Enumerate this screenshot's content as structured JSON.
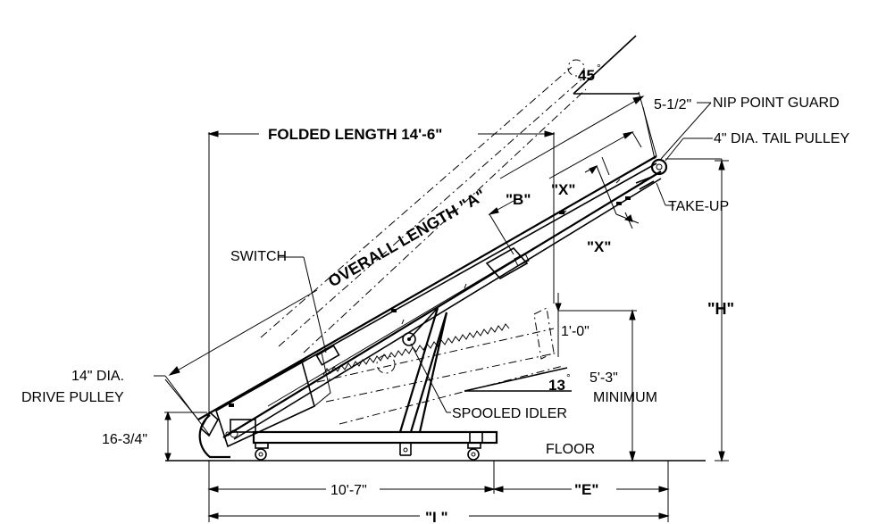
{
  "labels": {
    "angle_upper": "45",
    "angle_upper_deg": "°",
    "angle_lower": "13",
    "angle_lower_deg": "°",
    "folded_length": "FOLDED LENGTH 14'-6\"",
    "overall_length": "OVERALL LENGTH \"A\"",
    "b_dim": "\"B\"",
    "x_dim_top": "\"X\"",
    "x_dim_bottom": "\"X\"",
    "nip_offset": "5-1/2\"",
    "nip_point_guard": "NIP POINT GUARD",
    "tail_pulley": "4\" DIA. TAIL PULLEY",
    "take_up": "TAKE-UP",
    "switch": "SWITCH",
    "h_dim": "\"H\"",
    "one_foot": "1'-0\"",
    "five_three": "5'-3\"",
    "minimum": "MINIMUM",
    "drive_pulley_1": "14\" DIA.",
    "drive_pulley_2": "DRIVE PULLEY",
    "spooled_idler": "SPOOLED IDLER",
    "sixteen": "16-3/4\"",
    "floor": "FLOOR",
    "ten_seven": "10'-7\"",
    "e_dim": "\"E\"",
    "i_dim": "\"I \""
  }
}
